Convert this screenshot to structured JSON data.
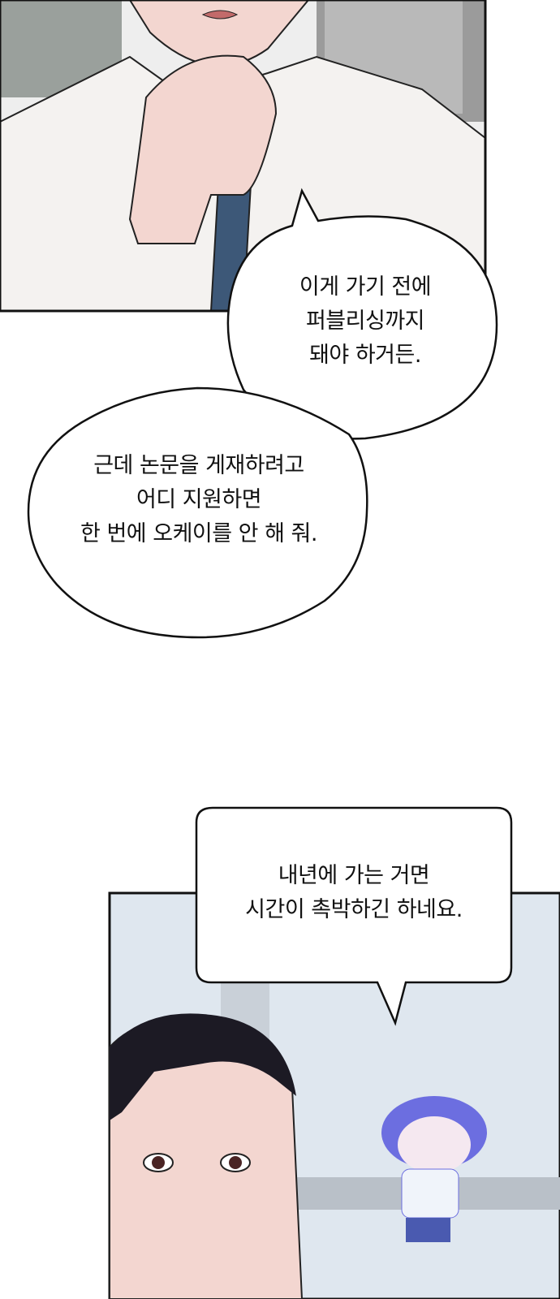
{
  "panels": [
    {
      "bubbles": [
        {
          "lines": [
            "이게 가기 전에",
            "퍼블리싱까지",
            "돼야 하거든."
          ]
        },
        {
          "lines": [
            "근데 논문을 게재하려고",
            "어디 지원하면",
            "한 번에 오케이를 안 해 줘."
          ]
        }
      ]
    },
    {
      "bubbles": [
        {
          "lines": [
            "내년에 가는 거면",
            "시간이 촉박하긴 하네요."
          ]
        }
      ]
    }
  ],
  "colors": {
    "panel2_bg": "#dfe7ef",
    "shirt": "#f2f0ee",
    "tie": "#3d5878",
    "skin": "#f3d6d0",
    "hair": "#1c1a24",
    "chibi": "#6c6ee0"
  }
}
